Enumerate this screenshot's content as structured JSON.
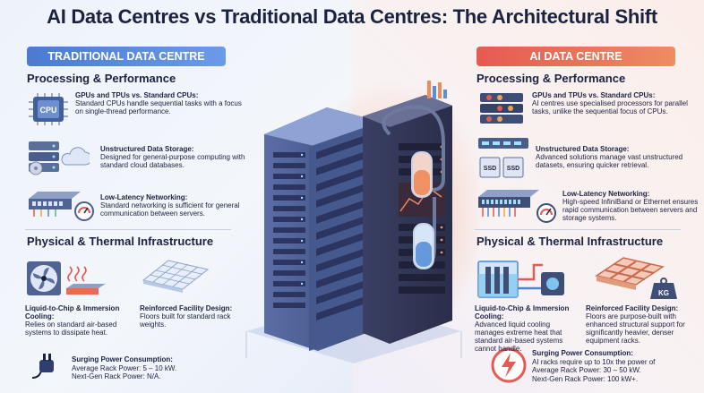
{
  "title": "AI Data Centres vs Traditional Data Centres: The Architectural Shift",
  "left": {
    "banner": "TRADITIONAL DATA CENTRE",
    "section_processing": "Processing & Performance",
    "section_physical": "Physical & Thermal Infrastructure",
    "cpu_chip_label": "CPU",
    "items": {
      "compute": {
        "title": "GPUs and TPUs vs. Standard CPUs:",
        "body": "Standard CPUs handle sequential tasks with a focus on single-thread performance."
      },
      "storage": {
        "title": "Unstructured Data Storage:",
        "body": "Designed for general-purpose computing with standard cloud databases."
      },
      "network": {
        "title": "Low-Latency Networking:",
        "body": "Standard networking is sufficient for general communication between servers."
      },
      "cooling": {
        "title": "Liquid-to-Chip & Immersion Cooling:",
        "body": "Relies on standard air-based systems to dissipate heat."
      },
      "facility": {
        "title": "Reinforced Facility Design:",
        "body": "Floors built for standard rack weights."
      },
      "power": {
        "title": "Surging Power Consumption:",
        "line1": "Average Rack Power: 5 – 10 kW.",
        "line2": "Next-Gen Rack Power: N/A."
      }
    }
  },
  "right": {
    "banner": "AI DATA CENTRE",
    "section_processing": "Processing & Performance",
    "section_physical": "Physical & Thermal Infrastructure",
    "ssd_label": "SSD",
    "kg_label": "KG",
    "items": {
      "compute": {
        "title": "GPUs and TPUs vs. Standard CPUs:",
        "body": "AI centres use specialised processors for parallel tasks, unlike the sequential focus of CPUs."
      },
      "storage": {
        "title": "Unstructured Data Storage:",
        "body": "Advanced solutions manage vast unstructured datasets, ensuring quicker retrieval."
      },
      "network": {
        "title": "Low-Latency Networking:",
        "body": "High-speed InfiniBand or Ethernet ensures rapid communication between servers and storage systems."
      },
      "cooling": {
        "title": "Liquid-to-Chip & Immersion Cooling:",
        "body": "Advanced liquid cooling manages extreme heat that standard air-based systems cannot handle."
      },
      "facility": {
        "title": "Reinforced Facility Design:",
        "body": "Floors are purpose-built with enhanced structural support for significantly heavier, denser equipment racks."
      },
      "power": {
        "title": "Surging Power Consumption:",
        "line1": "AI racks require up to 10x the power of",
        "line2": "Average Rack Power: 30 – 50 kW.",
        "line3": "Next-Gen Rack Power: 100 kW+."
      }
    }
  },
  "colors": {
    "traditional_accent": "#4a7bd1",
    "ai_accent": "#e55a52",
    "dark_navy": "#1b2240"
  }
}
